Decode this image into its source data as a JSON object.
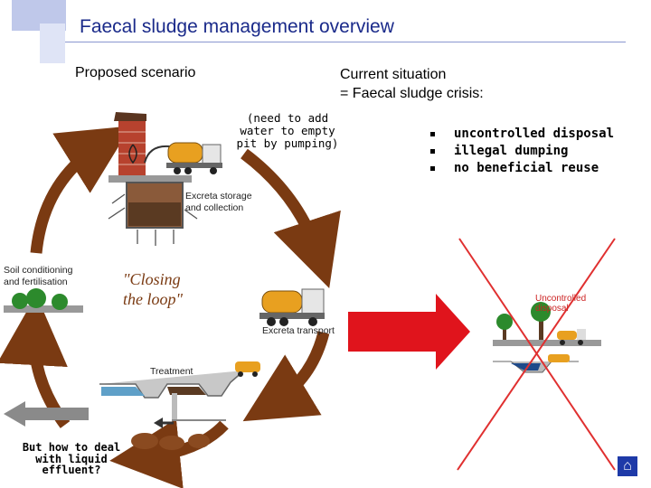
{
  "header": {
    "title": "Faecal sludge management overview"
  },
  "left": {
    "heading": "Proposed scenario",
    "note": "(need to add water to empty pit by pumping)",
    "cycle_labels": {
      "storage_line1": "Excreta storage",
      "storage_line2": "and collection",
      "transport": "Excreta transport",
      "treatment": "Treatment",
      "soil_line1": "Soil conditioning",
      "soil_line2": "and fertilisation"
    },
    "loop_line1": "\"Closing",
    "loop_line2": "the loop\"",
    "question": "But how to deal with liquid effluent?"
  },
  "right": {
    "heading_line1": "Current situation",
    "heading_line2": "= Faecal sludge crisis:",
    "bullets": [
      "uncontrolled disposal",
      "illegal dumping",
      "no beneficial reuse"
    ],
    "figure_label_line1": "Uncontrolled",
    "figure_label_line2": "disposal"
  },
  "colors": {
    "title": "#1a2a8a",
    "cycle_arrow": "#7a3a12",
    "red_arrow": "#e0141c",
    "cross": "#e03030"
  },
  "icons": [
    "latrine-icon",
    "truck-icon",
    "tree-icon",
    "building-icon"
  ]
}
